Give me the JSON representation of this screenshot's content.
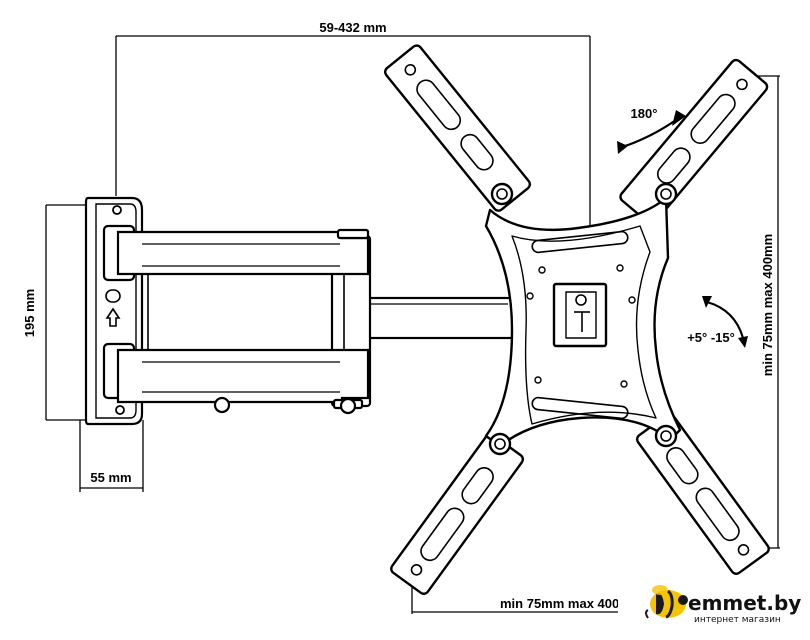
{
  "dimensions": {
    "arm_extension": "59-432 mm",
    "rotation": "180°",
    "plate_height": "195 mm",
    "plate_depth": "55 mm",
    "tilt": "+5° -15°",
    "vesa_vertical": "min 75mm max 400mm",
    "vesa_horizontal": "min 75mm max 400"
  },
  "watermark": {
    "brand": "emmet.by",
    "tagline": "интернет магазин",
    "colors": {
      "bee_body": "#f5c400",
      "bee_stripe": "#1a1a1a",
      "text": "#111111"
    }
  },
  "colors": {
    "line": "#000000",
    "background": "#ffffff"
  }
}
